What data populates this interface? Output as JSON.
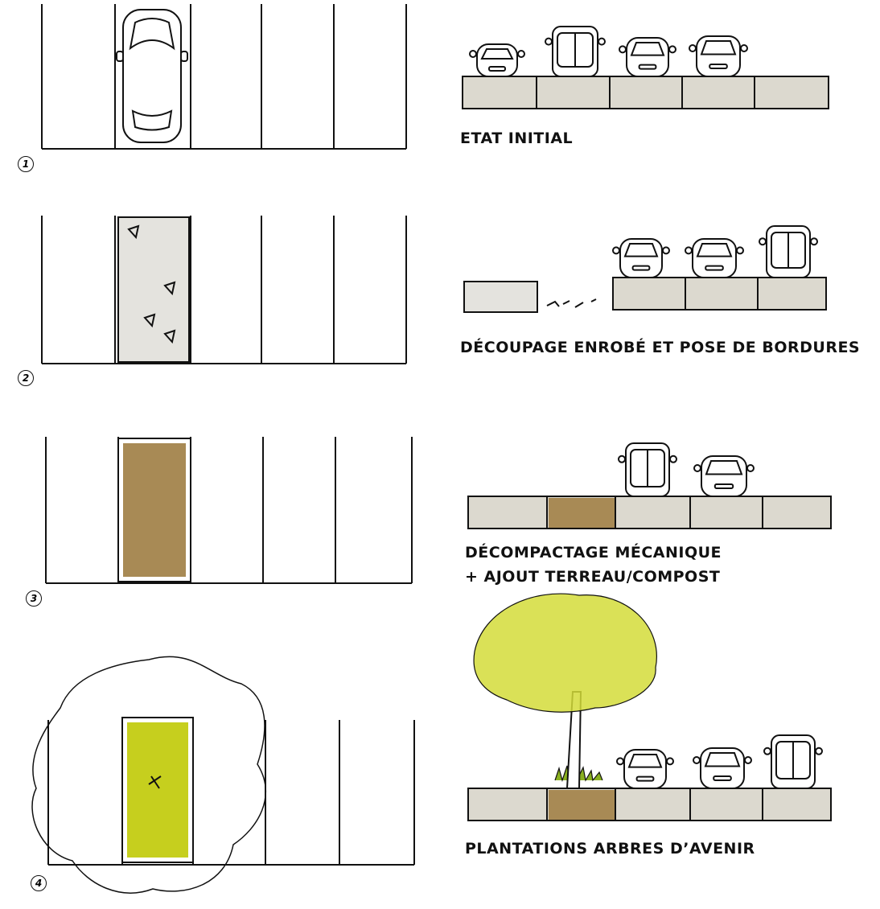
{
  "steps": [
    {
      "number": "1",
      "label": "ETAT INITIAL"
    },
    {
      "number": "2",
      "label": "DÉCOUPAGE ENROBÉ ET POSE DE BORDURES"
    },
    {
      "number": "3",
      "label": "DÉCOMPACTAGE MÉCANIQUE",
      "label2": "+ AJOUT TERREAU/COMPOST"
    },
    {
      "number": "4",
      "label": "PLANTATIONS ARBRES D’AVENIR"
    }
  ],
  "colors": {
    "ink": "#111111",
    "pavement": "#dcd9cf",
    "asphalt_cut": "#e4e3de",
    "soil": "#a88a55",
    "grass": "#c6cf1e",
    "tree": "#d4dc3a"
  }
}
